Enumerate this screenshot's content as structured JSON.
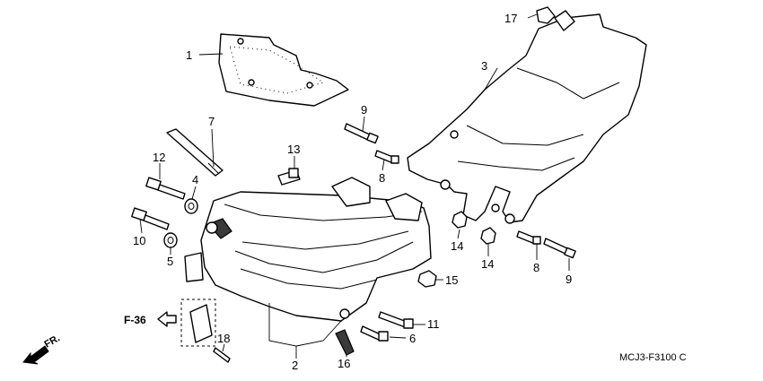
{
  "diagram": {
    "callouts": [
      "1",
      "2",
      "3",
      "4",
      "5",
      "6",
      "7",
      "8",
      "8",
      "9",
      "9",
      "10",
      "11",
      "12",
      "13",
      "14",
      "14",
      "15",
      "16",
      "17",
      "18"
    ],
    "reference_label": "F-36",
    "drawing_code": "MCJ3-F3100 C",
    "direction_label": "FR.",
    "colors": {
      "line": "#000000",
      "background": "#ffffff",
      "fill_dark": "#3a3a3a"
    },
    "icons": [
      "direction-arrow-icon",
      "reference-arrow-icon"
    ]
  }
}
